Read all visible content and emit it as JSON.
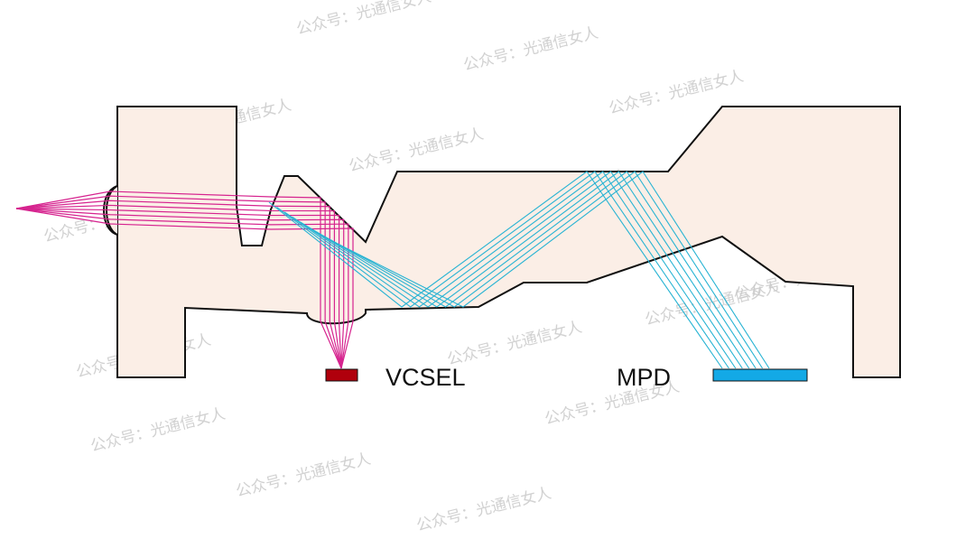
{
  "labels": {
    "vcsel": "VCSEL",
    "mpd": "MPD"
  },
  "watermark": {
    "text": "公众号：光通信女人"
  },
  "colors": {
    "body_fill": "#fbeee6",
    "outline": "#111111",
    "tx_rays": "#d6248f",
    "mpd_rays": "#27b3d3",
    "vcsel_chip": "#b0000c",
    "mpd_chip": "#13a9e6"
  }
}
